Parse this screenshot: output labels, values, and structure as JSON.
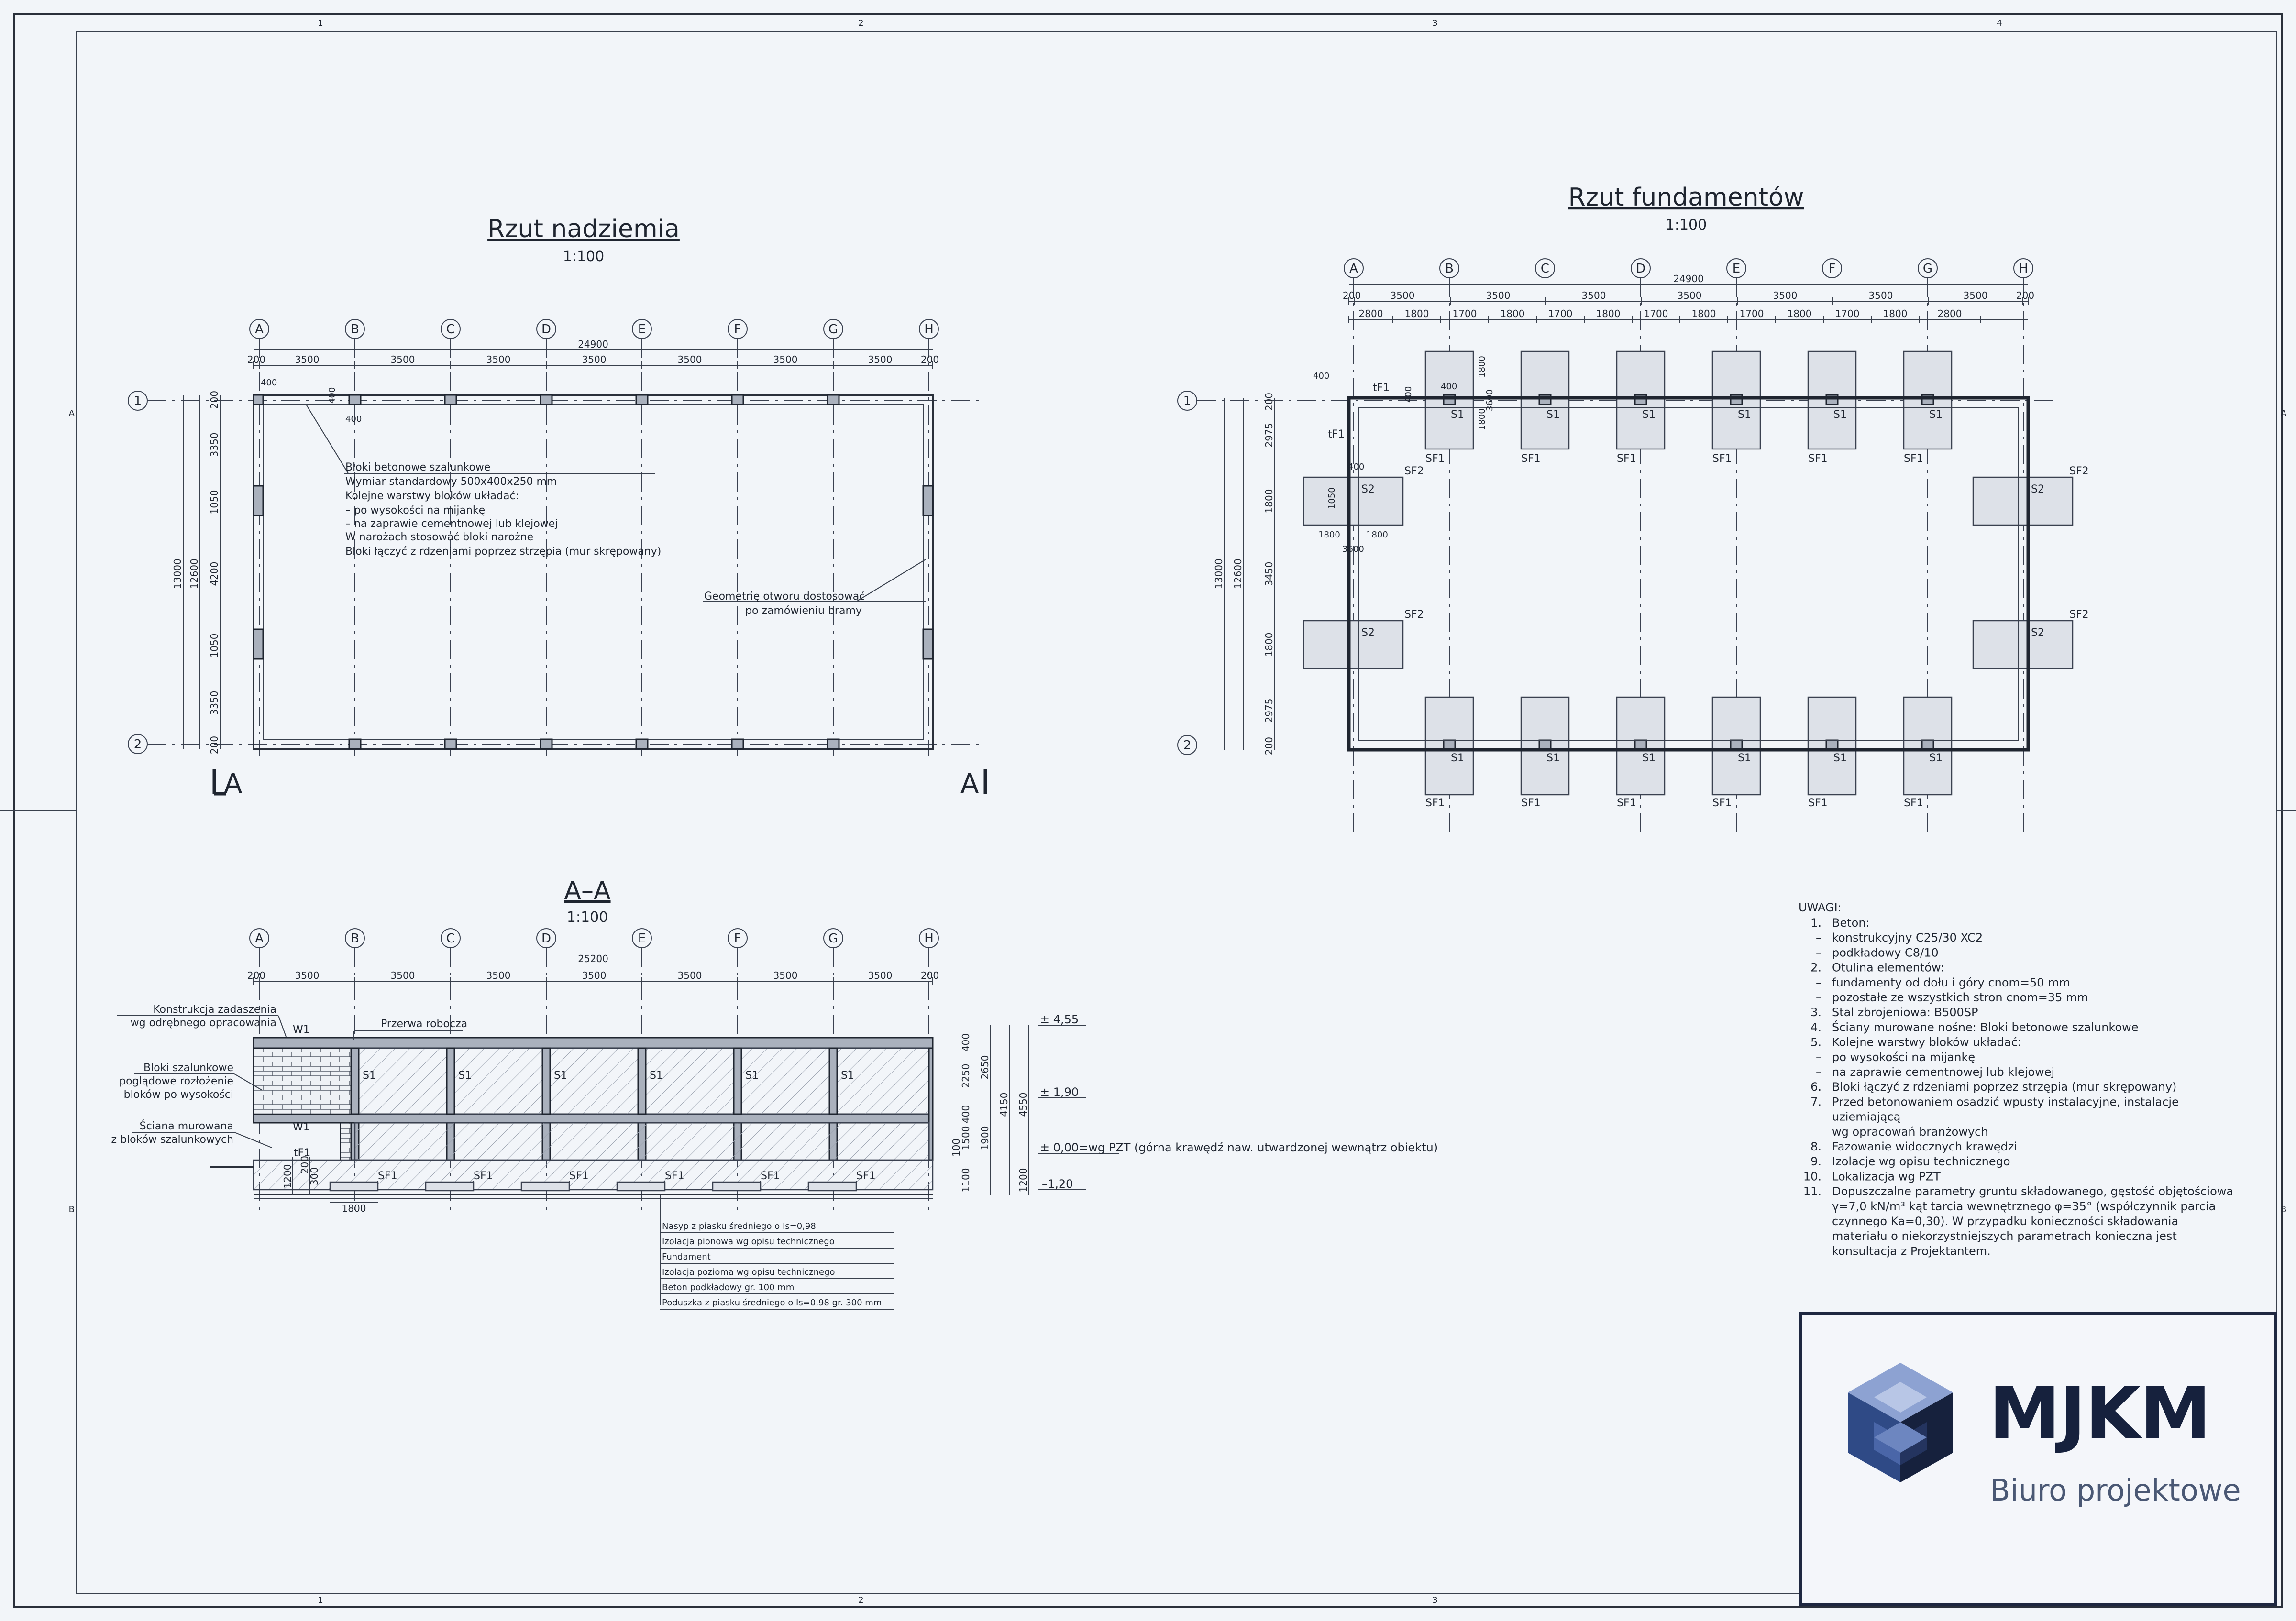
{
  "border": {
    "columns": [
      "1",
      "2",
      "3",
      "4"
    ],
    "rows": [
      "A",
      "B"
    ]
  },
  "plan_top": {
    "title": "Rzut nadziemia",
    "scale": "1:100",
    "axes_letters": [
      "A",
      "B",
      "C",
      "D",
      "E",
      "F",
      "G",
      "H"
    ],
    "axes_numbers": [
      "1",
      "2"
    ],
    "total_length": "24900",
    "spans": [
      "200",
      "3500",
      "3500",
      "3500",
      "3500",
      "3500",
      "3500",
      "3500",
      "200"
    ],
    "left_dims": [
      "13000",
      "12600",
      "200",
      "3350",
      "1050",
      "4200",
      "1050",
      "3350",
      "200"
    ],
    "small_dims": [
      "400",
      "400",
      "400"
    ],
    "note_blocks": [
      "Bloki betonowe szalunkowe",
      "Wymiar standardowy 500x400x250 mm",
      "Kolejne warstwy bloków układać:",
      "– po wysokości na mijankę",
      "– na zaprawie cementnowej lub klejowej",
      "W narożach stosować bloki narożne",
      "Bloki łączyć z rdzeniami poprzez strzępia (mur skrępowany)"
    ],
    "note_gate": [
      "Geometrię otworu dostosować",
      "po zamówieniu bramy"
    ],
    "section_mark": "A"
  },
  "plan_found": {
    "title": "Rzut fundamentów",
    "scale": "1:100",
    "axes_letters": [
      "A",
      "B",
      "C",
      "D",
      "E",
      "F",
      "G",
      "H"
    ],
    "axes_numbers": [
      "1",
      "2"
    ],
    "total_length": "24900",
    "spans": [
      "200",
      "3500",
      "3500",
      "3500",
      "3500",
      "3500",
      "3500",
      "3500",
      "200"
    ],
    "sub_spans": [
      "2800",
      "1800",
      "1700",
      "1800",
      "1700",
      "1800",
      "1700",
      "1800",
      "1700",
      "1800",
      "1700",
      "1800",
      "2800"
    ],
    "left_dims": [
      "13000",
      "12600",
      "200",
      "2975",
      "1800",
      "3450",
      "1800",
      "2975",
      "200"
    ],
    "inner_dims": [
      "1800",
      "1800",
      "1050",
      "1800",
      "1800",
      "3600",
      "400",
      "400",
      "400",
      "400",
      "3600"
    ],
    "labels": {
      "tf1": "tF1",
      "s1": "S1",
      "s2": "S2",
      "sf1": "SF1",
      "sf2": "SF2"
    }
  },
  "section": {
    "title": "A–A",
    "scale": "1:100",
    "axes_letters": [
      "A",
      "B",
      "C",
      "D",
      "E",
      "F",
      "G",
      "H"
    ],
    "total_length": "25200",
    "spans": [
      "200",
      "3500",
      "3500",
      "3500",
      "3500",
      "3500",
      "3500",
      "3500",
      "200"
    ],
    "callouts": [
      "Konstrukcja zadaszenia",
      "wg odrębnego opracowania",
      "Bloki szalunkowe",
      "poglądowe rozłożenie",
      "bloków po wysokości",
      "Ściana murowana",
      "z bloków szalunkowych",
      "Przerwa robocza"
    ],
    "labels": {
      "w1": "W1",
      "s1": "S1",
      "sf1": "SF1",
      "tf1": "tF1"
    },
    "levels": [
      "4,55",
      "1,90",
      "0,00=wg PZT (górna krawędź naw. utwardzonej wewnątrz obiektu)",
      "–1,20"
    ],
    "right_dims": [
      "400",
      "2250",
      "2650",
      "4150",
      "4550",
      "100",
      "400",
      "1500",
      "1900",
      "1100",
      "1200"
    ],
    "left_dims": [
      "1200",
      "200",
      "300",
      "1800"
    ],
    "layers": [
      "Nasyp z piasku średniego o Is=0,98",
      "Izolacja pionowa wg opisu technicznego",
      "Fundament",
      "Izolacja pozioma wg opisu technicznego",
      "Beton podkładowy gr. 100 mm",
      "Poduszka z piasku średniego o Is=0,98 gr. 300 mm"
    ]
  },
  "notes": {
    "heading": "UWAGI:",
    "lines": [
      [
        "1.",
        "Beton:"
      ],
      [
        "–",
        "konstrukcyjny                  C25/30 XC2"
      ],
      [
        "–",
        "podkładowy                       C8/10"
      ],
      [
        "2.",
        "Otulina elementów:"
      ],
      [
        "–",
        "fundamenty od dołu i góry              cnom=50 mm"
      ],
      [
        "–",
        "pozostałe ze wszystkich stron          cnom=35 mm"
      ],
      [
        "3.",
        "Stal zbrojeniowa: B500SP"
      ],
      [
        "4.",
        "Ściany murowane nośne: Bloki betonowe szalunkowe"
      ],
      [
        "5.",
        "Kolejne warstwy bloków układać:"
      ],
      [
        "–",
        "po wysokości na mijankę"
      ],
      [
        "–",
        "na zaprawie cementnowej lub klejowej"
      ],
      [
        "6.",
        "Bloki łączyć z rdzeniami poprzez strzępia (mur skrępowany)"
      ],
      [
        "7.",
        "Przed betonowaniem osadzić wpusty instalacyjne, instalacje"
      ],
      [
        "",
        "uziemiającą"
      ],
      [
        "",
        "wg opracowań branżowych"
      ],
      [
        "8.",
        "Fazowanie widocznych krawędzi"
      ],
      [
        "9.",
        "Izolacje wg opisu technicznego"
      ],
      [
        "10.",
        "Lokalizacja wg PZT"
      ],
      [
        "11.",
        "Dopuszczalne parametry gruntu składowanego, gęstość objętościowa"
      ],
      [
        "",
        "γ=7,0 kN/m³ kąt tarcia wewnętrznego φ=35° (współczynnik parcia"
      ],
      [
        "",
        "czynnego Ka=0,30). W przypadku konieczności składowania"
      ],
      [
        "",
        "materiału o niekorzystniejszych parametrach konieczna jest"
      ],
      [
        "",
        "konsultacja z Projektantem."
      ]
    ]
  },
  "logo": {
    "name": "MJKM",
    "subtitle": "Biuro projektowe",
    "colors": {
      "dark": "#16213d",
      "mid": "#2f4a86",
      "light": "#8da2d2"
    }
  }
}
